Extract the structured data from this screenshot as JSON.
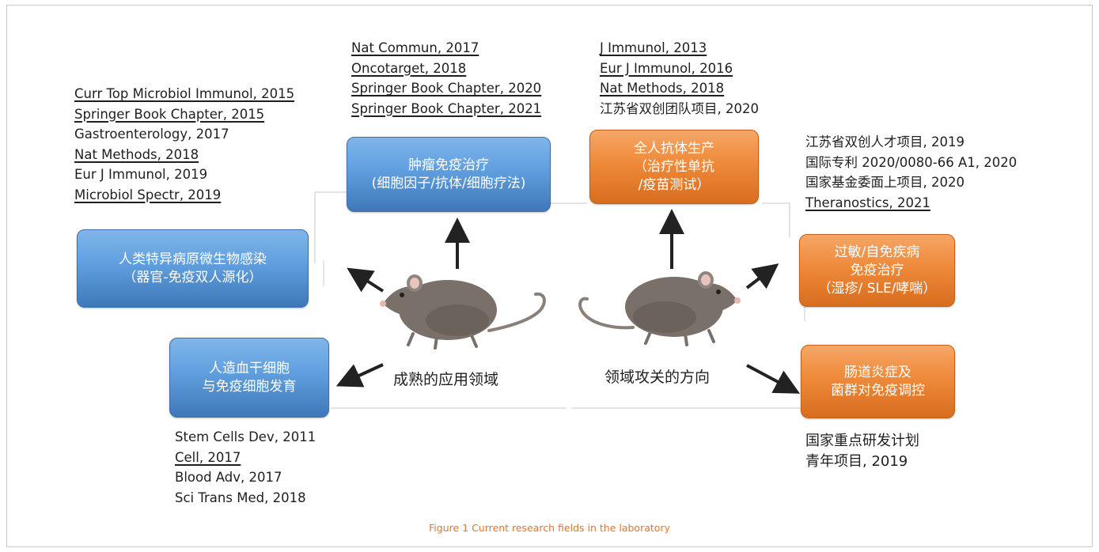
{
  "caption": "Figure 1 Current research fields in the laboratory",
  "colors": {
    "blue_box": "#5f9ede",
    "orange_box": "#ee8a3a",
    "caption": "#e8742a",
    "arrow": "#222222",
    "mouse_body": "#7a706a"
  },
  "references": {
    "infection": [
      {
        "text": "Curr Top Microbiol Immunol, 2015",
        "underline": true
      },
      {
        "text": "Springer Book Chapter, 2015",
        "underline": true
      },
      {
        "text": "Gastroenterology, 2017",
        "underline": false
      },
      {
        "text": "Nat Methods, 2018",
        "underline": true
      },
      {
        "text": "Eur J Immunol, 2019",
        "underline": false
      },
      {
        "text": "Microbiol Spectr, 2019",
        "underline": true
      }
    ],
    "tumor": [
      {
        "text": "Nat Commun, 2017",
        "underline": true
      },
      {
        "text": "Oncotarget, 2018",
        "underline": true
      },
      {
        "text": "Springer Book Chapter, 2020",
        "underline": true
      },
      {
        "text": "Springer Book Chapter, 2021",
        "underline": true
      }
    ],
    "antibody": [
      {
        "text": "J Immunol, 2013",
        "underline": true
      },
      {
        "text": "Eur J Immunol, 2016",
        "underline": true
      },
      {
        "text": "Nat Methods, 2018",
        "underline": true
      },
      {
        "text": "江苏省双创团队项目, 2020",
        "underline": false
      }
    ],
    "allergy": [
      {
        "text": "江苏省双创人才项目, 2019",
        "underline": false
      },
      {
        "text": "国际专利 2020/0080-66 A1, 2020",
        "underline": false
      },
      {
        "text": "国家基金委面上项目, 2020",
        "underline": false
      },
      {
        "text": "Theranostics, 2021",
        "underline": true
      }
    ],
    "stem": [
      {
        "text": "Stem Cells Dev, 2011",
        "underline": false
      },
      {
        "text": "Cell, 2017",
        "underline": true
      },
      {
        "text": "Blood Adv, 2017",
        "underline": false
      },
      {
        "text": "Sci Trans Med, 2018",
        "underline": false
      }
    ],
    "gut": [
      {
        "text": "国家重点研发计划",
        "underline": false
      },
      {
        "text": "青年项目, 2019",
        "underline": false
      }
    ]
  },
  "boxes": {
    "infection": [
      "人类特异病原微生物感染",
      "（器官-免疫双人源化）"
    ],
    "tumor": [
      "肿瘤免疫治疗",
      "(细胞因子/抗体/细胞疗法)"
    ],
    "antibody": [
      "全人抗体生产",
      "（治疗性单抗",
      "/疫苗测试）"
    ],
    "allergy": [
      "过敏/自免疾病",
      "免疫治疗",
      "（湿疹/ SLE/哮喘）"
    ],
    "stem": [
      "人造血干细胞",
      "与免疫细胞发育"
    ],
    "gut": [
      "肠道炎症及",
      "菌群对免疫调控"
    ]
  },
  "labels": {
    "mature": "成熟的应用领域",
    "frontier": "领域攻关的方向"
  }
}
